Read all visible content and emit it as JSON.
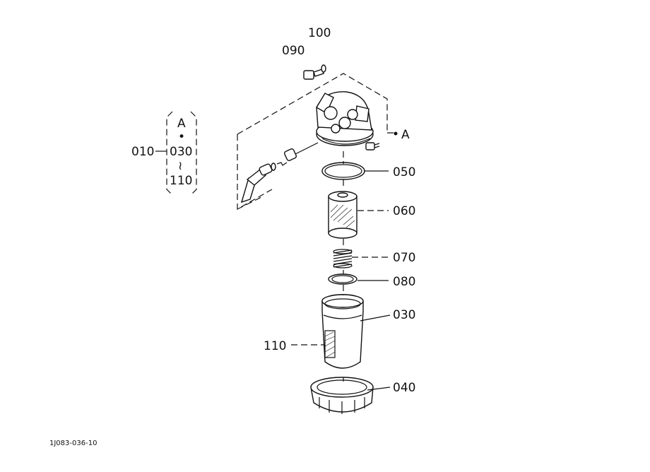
{
  "labels": {
    "l100": "100",
    "l090": "090",
    "lA_right": "A",
    "l050": "050",
    "l060": "060",
    "l070": "070",
    "l080": "080",
    "l030": "030",
    "l110": "110",
    "l040": "040",
    "l010": "010",
    "legend_a": "A",
    "legend_dot": "•",
    "legend_030": "030",
    "legend_tilde": "≀",
    "legend_110": "110"
  },
  "figure_code": "1J083-036-10"
}
